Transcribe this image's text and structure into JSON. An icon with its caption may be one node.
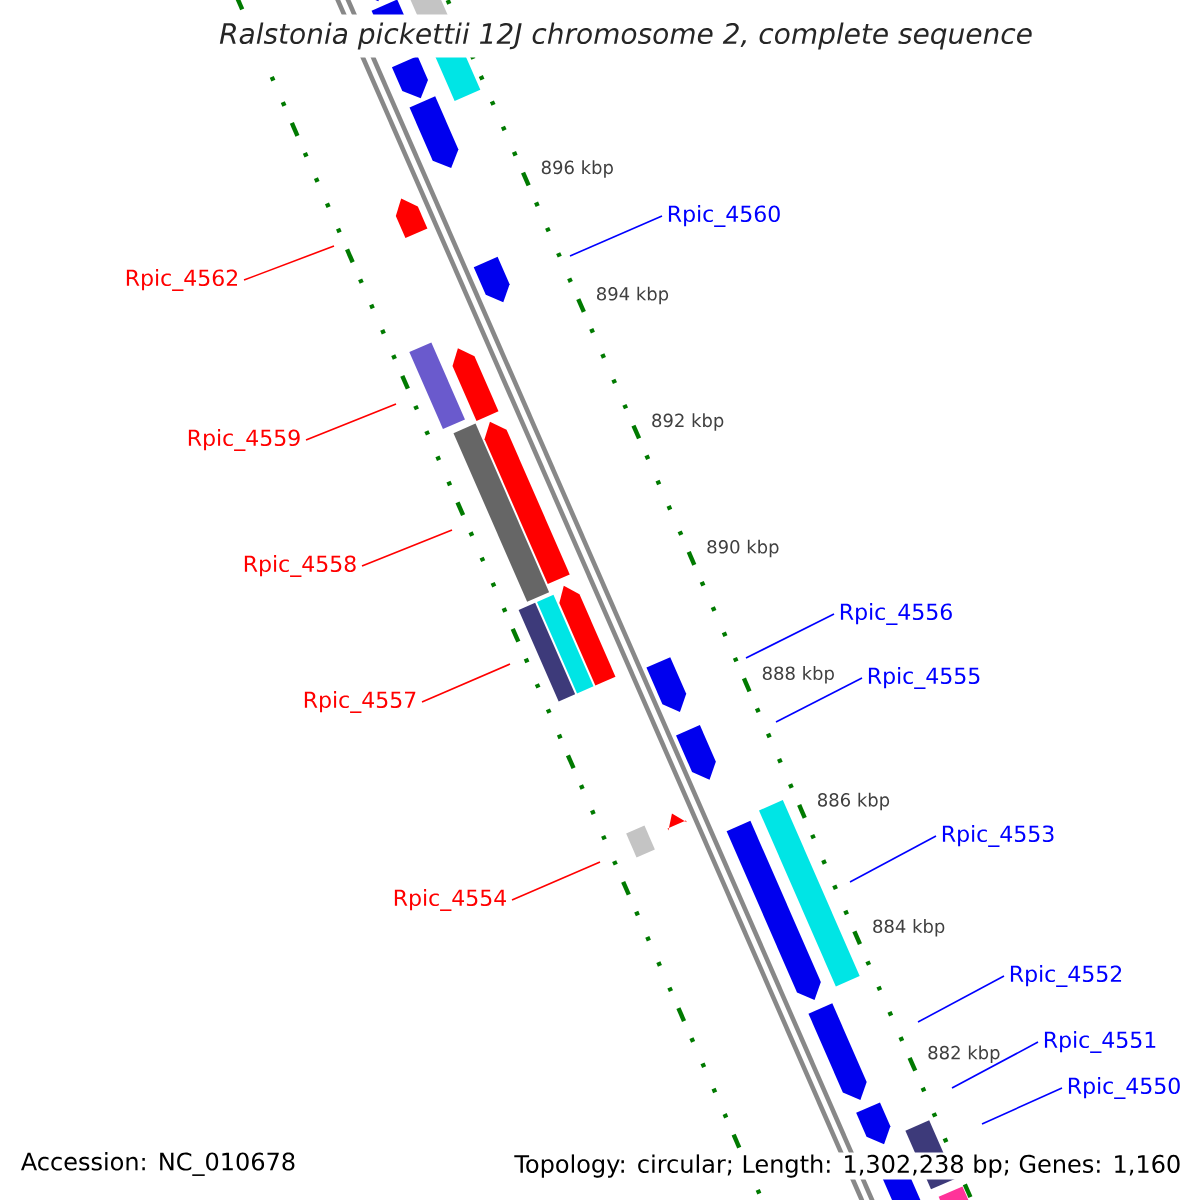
{
  "diagram": {
    "title": "Ralstonia pickettii 12J chromosome 2, complete sequence",
    "nodes": [
      {
        "text": [
          "Rpic_4560"
        ]
      },
      {
        "text": [
          "Rpic_4562"
        ]
      },
      {
        "text": [
          "Rpic_4559"
        ]
      },
      {
        "text": [
          "Rpic_4558"
        ]
      },
      {
        "text": [
          "Rpic_4556"
        ]
      },
      {
        "text": [
          "Rpic_4555"
        ]
      },
      {
        "text": [
          "Rpic_4557"
        ]
      },
      {
        "text": [
          "Rpic_4553"
        ]
      },
      {
        "text": [
          "Rpic_4554"
        ]
      },
      {
        "text": [
          "Rpic_4552"
        ]
      },
      {
        "text": [
          "Rpic_4551"
        ]
      },
      {
        "text": [
          "Rpic_4550"
        ]
      }
    ],
    "edges": [
      {
        "from": 0,
        "to": null,
        "arrow": "none",
        "color": "#0000ff"
      },
      {
        "from": 1,
        "to": null,
        "arrow": "none",
        "color": "#ff0000"
      },
      {
        "from": 2,
        "to": null,
        "arrow": "none",
        "color": "#ff0000"
      },
      {
        "from": 3,
        "to": null,
        "arrow": "none",
        "color": "#ff0000"
      },
      {
        "from": 4,
        "to": null,
        "arrow": "none",
        "color": "#0000ff"
      },
      {
        "from": 5,
        "to": null,
        "arrow": "none",
        "color": "#0000ff"
      },
      {
        "from": 6,
        "to": null,
        "arrow": "none",
        "color": "#ff0000"
      },
      {
        "from": 7,
        "to": null,
        "arrow": "none",
        "color": "#0000ff"
      },
      {
        "from": 8,
        "to": null,
        "arrow": "none",
        "color": "#ff0000"
      },
      {
        "from": 9,
        "to": null,
        "arrow": "none",
        "color": "#0000ff"
      },
      {
        "from": 10,
        "to": null,
        "arrow": "none",
        "color": "#0000ff"
      },
      {
        "from": 11,
        "to": null,
        "arrow": "none",
        "color": "#0000ff"
      }
    ],
    "labels": [
      "896 kbp",
      "894 kbp",
      "892 kbp",
      "890 kbp",
      "888 kbp",
      "886 kbp",
      "884 kbp",
      "882 kbp",
      "Accession: NC_010678",
      "Topology: circular; Length: 1,302,238 bp; Genes: 1,160"
    ]
  }
}
